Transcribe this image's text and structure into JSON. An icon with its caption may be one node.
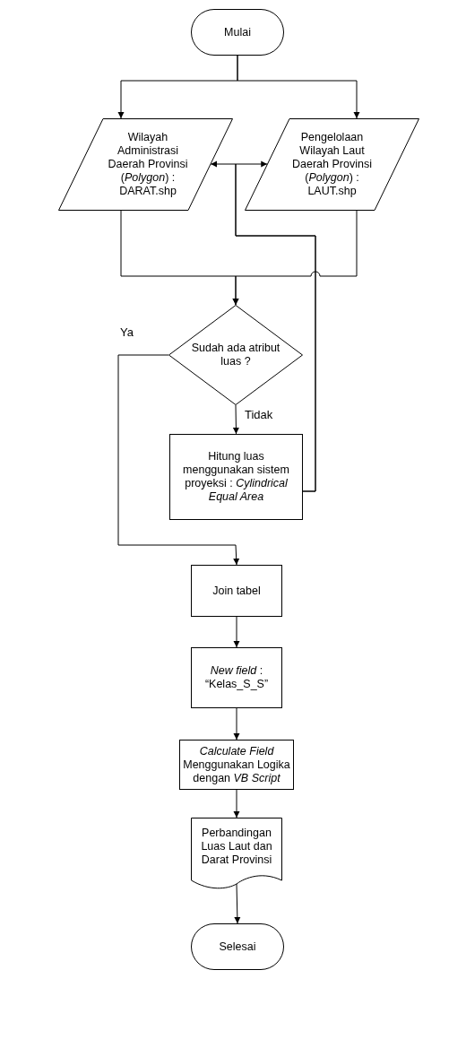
{
  "diagram": {
    "nodes": [
      {
        "text": [
          "Mulai"
        ]
      },
      {
        "text": [
          "Wilayah Administrasi Daerah Provinsi (*Polygon*) : DARAT.shp"
        ]
      },
      {
        "text": [
          "Pengelolaan Wilayah Laut Daerah Provinsi (*Polygon*) : LAUT.shp"
        ]
      },
      {
        "text": [
          "Sudah ada atribut luas ?"
        ]
      },
      {
        "text": [
          "Hitung luas menggunakan sistem proyeksi : *Cylindrical Equal Area*"
        ]
      },
      {
        "text": [
          "Join tabel"
        ]
      },
      {
        "text": [
          "*New field* : “Kelas_S_S”"
        ]
      },
      {
        "text": [
          "*Calculate Field* Menggunakan Logika dengan *VB Script*"
        ]
      },
      {
        "text": [
          "Perbandingan Luas Laut dan Darat Provinsi"
        ]
      },
      {
        "text": [
          "Selesai"
        ]
      }
    ],
    "edges": [
      {
        "from": 0,
        "to": 1,
        "arrow": "to"
      },
      {
        "from": 0,
        "to": 2,
        "arrow": "to"
      },
      {
        "from": 1,
        "to": 3,
        "arrow": "to"
      },
      {
        "from": 2,
        "to": 3,
        "arrow": "to"
      },
      {
        "from": 3,
        "to": 4,
        "arrow": "to",
        "label": "Tidak"
      },
      {
        "from": 3,
        "to": 5,
        "arrow": "to",
        "label": "Ya"
      },
      {
        "from": 4,
        "to": 1,
        "arrow": "to"
      },
      {
        "from": 4,
        "to": 2,
        "arrow": "to"
      },
      {
        "from": 5,
        "to": 6,
        "arrow": "to"
      },
      {
        "from": 6,
        "to": 7,
        "arrow": "to"
      },
      {
        "from": 7,
        "to": 8,
        "arrow": "to"
      },
      {
        "from": 8,
        "to": 9,
        "arrow": "to"
      }
    ]
  }
}
